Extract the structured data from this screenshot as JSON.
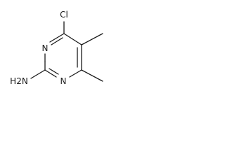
{
  "molecule": {
    "labels": {
      "chlorine": "Cl",
      "nitrogen_upper": "N",
      "nitrogen_lower": "N",
      "amine": "H2N"
    }
  }
}
